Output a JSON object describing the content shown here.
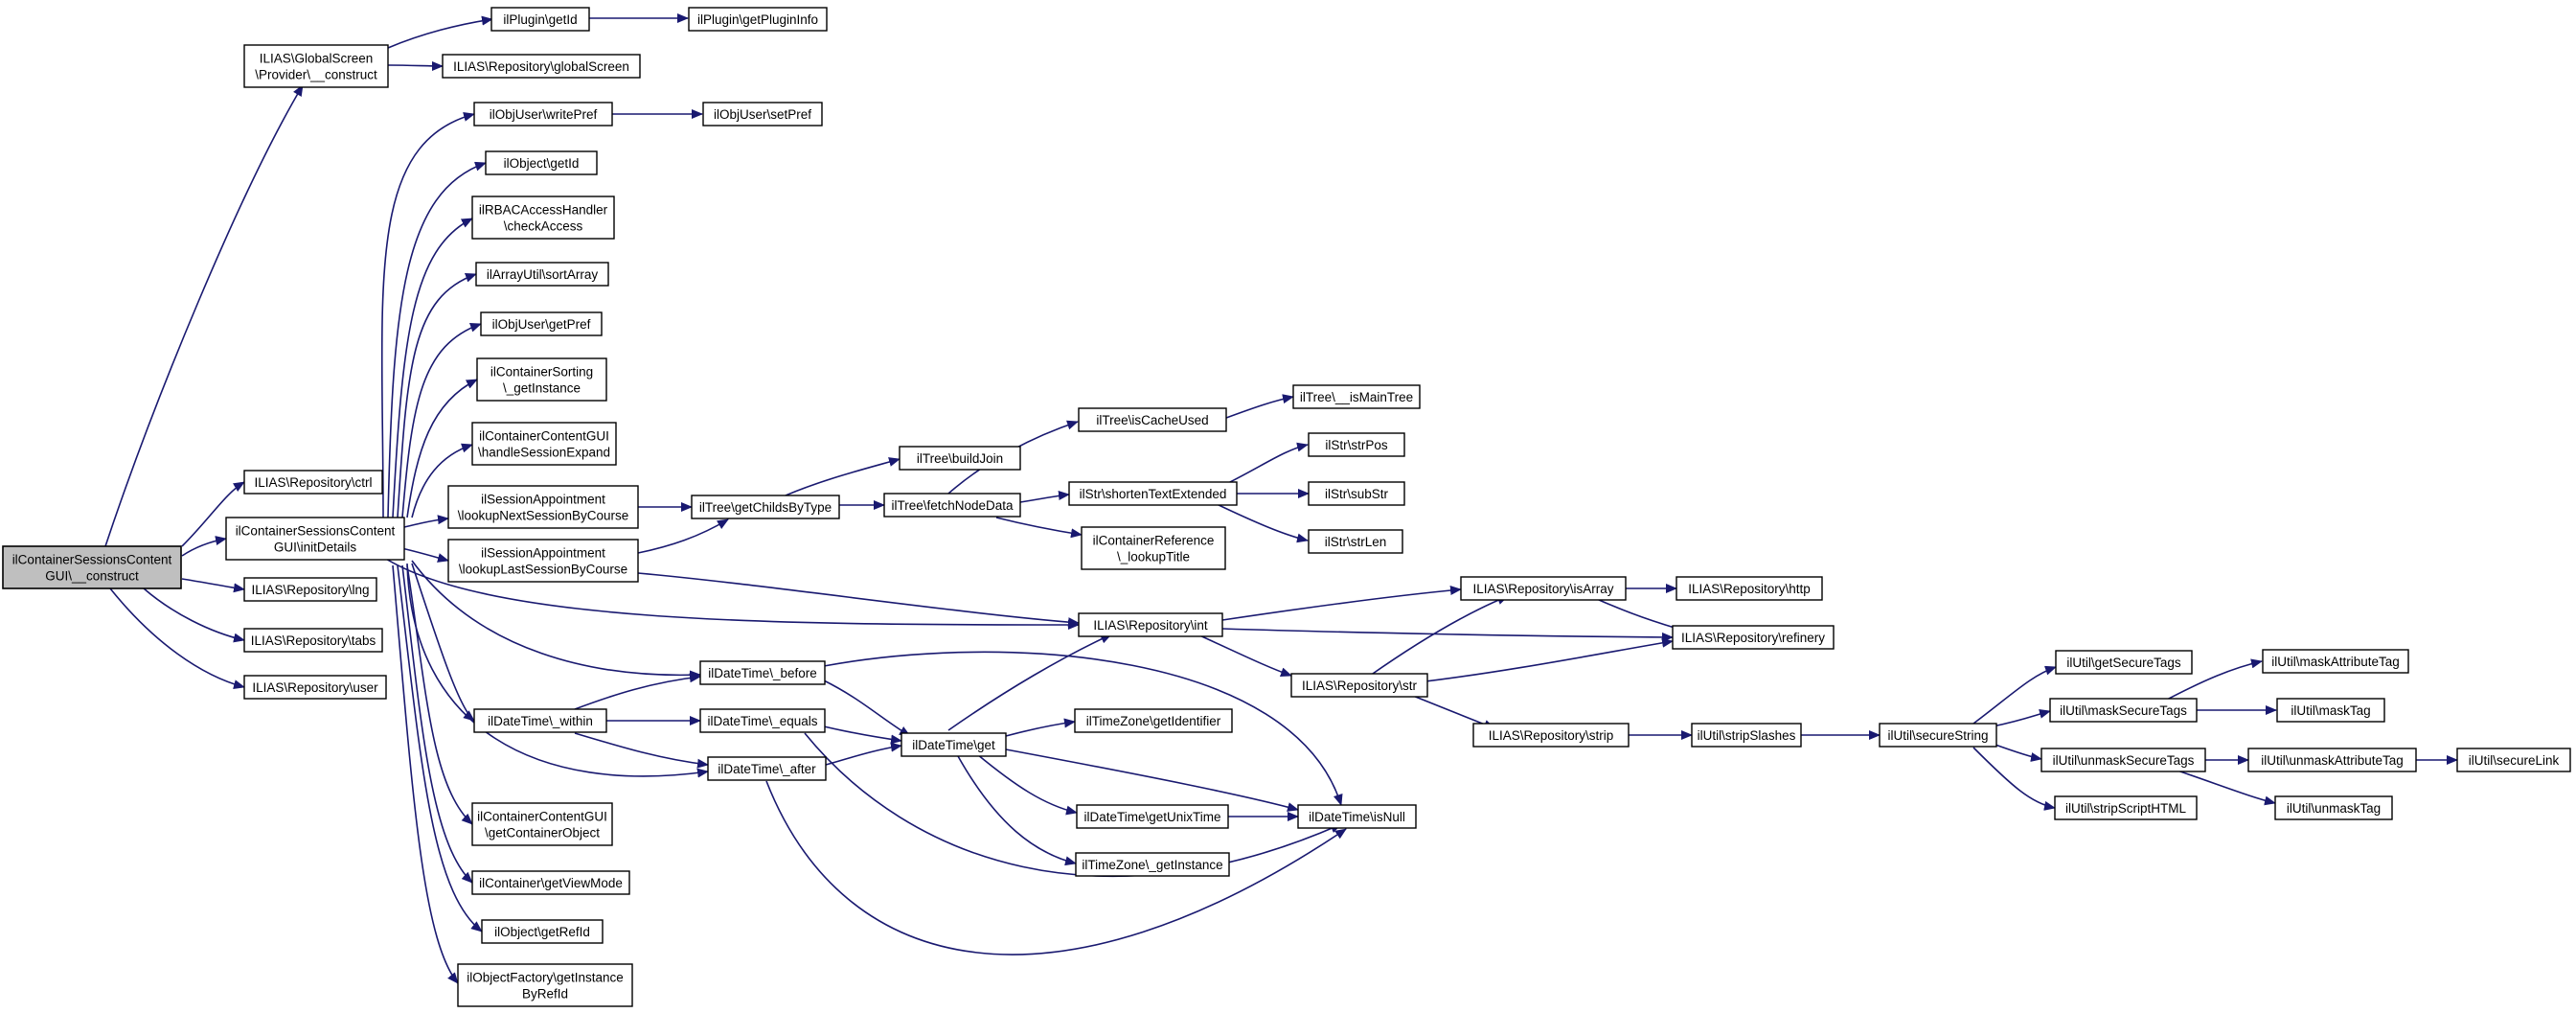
{
  "colors": {
    "edge": "#191970",
    "node_border": "#000000",
    "root_fill": "#bfbfbf",
    "node_fill": "#ffffff"
  },
  "nodes": {
    "root": [
      "ilContainerSessionsContent",
      "GUI\\__construct"
    ],
    "gsprov": [
      "ILIAS\\GlobalScreen",
      "\\Provider\\__construct"
    ],
    "plugid": [
      "ilPlugin\\getId"
    ],
    "pluginfo": [
      "ilPlugin\\getPluginInfo"
    ],
    "repglob": [
      "ILIAS\\Repository\\globalScreen"
    ],
    "writepref": [
      "ilObjUser\\writePref"
    ],
    "setpref": [
      "ilObjUser\\setPref"
    ],
    "objid": [
      "ilObject\\getId"
    ],
    "rbac": [
      "ilRBACAccessHandler",
      "\\checkAccess"
    ],
    "sortarr": [
      "ilArrayUtil\\sortArray"
    ],
    "getpref": [
      "ilObjUser\\getPref"
    ],
    "sorting": [
      "ilContainerSorting",
      "\\_getInstance"
    ],
    "handlesess": [
      "ilContainerContentGUI",
      "\\handleSessionExpand"
    ],
    "ctrl": [
      "ILIAS\\Repository\\ctrl"
    ],
    "initdet": [
      "ilContainerSessionsContent",
      "GUI\\initDetails"
    ],
    "lng": [
      "ILIAS\\Repository\\lng"
    ],
    "tabs": [
      "ILIAS\\Repository\\tabs"
    ],
    "user": [
      "ILIAS\\Repository\\user"
    ],
    "nextsess": [
      "ilSessionAppointment",
      "\\lookupNextSessionByCourse"
    ],
    "lastsess": [
      "ilSessionAppointment",
      "\\lookupLastSessionByCourse"
    ],
    "childs": [
      "ilTree\\getChildsByType"
    ],
    "buildjoin": [
      "ilTree\\buildJoin"
    ],
    "cacheused": [
      "ilTree\\isCacheUsed"
    ],
    "mainttree": [
      "ilTree\\__isMainTree"
    ],
    "fetchnode": [
      "ilTree\\fetchNodeData"
    ],
    "shorten": [
      "ilStr\\shortenTextExtended"
    ],
    "strpos": [
      "ilStr\\strPos"
    ],
    "substr": [
      "ilStr\\subStr"
    ],
    "strlen": [
      "ilStr\\strLen"
    ],
    "lookuptitle": [
      "ilContainerReference",
      "\\_lookupTitle"
    ],
    "repint": [
      "ILIAS\\Repository\\int"
    ],
    "isarray": [
      "ILIAS\\Repository\\isArray"
    ],
    "http": [
      "ILIAS\\Repository\\http"
    ],
    "refinery": [
      "ILIAS\\Repository\\refinery"
    ],
    "repstr": [
      "ILIAS\\Repository\\str"
    ],
    "strip": [
      "ILIAS\\Repository\\strip"
    ],
    "stripsl": [
      "ilUtil\\stripSlashes"
    ],
    "secstr": [
      "ilUtil\\secureString"
    ],
    "getsectags": [
      "ilUtil\\getSecureTags"
    ],
    "masksec": [
      "ilUtil\\maskSecureTags"
    ],
    "maskattr": [
      "ilUtil\\maskAttributeTag"
    ],
    "masktag": [
      "ilUtil\\maskTag"
    ],
    "unmasksec": [
      "ilUtil\\unmaskSecureTags"
    ],
    "unmaskattr": [
      "ilUtil\\unmaskAttributeTag"
    ],
    "seclink": [
      "ilUtil\\secureLink"
    ],
    "unmasktag": [
      "ilUtil\\unmaskTag"
    ],
    "stripscript": [
      "ilUtil\\stripScriptHTML"
    ],
    "within": [
      "ilDateTime\\_within"
    ],
    "before": [
      "ilDateTime\\_before"
    ],
    "equals": [
      "ilDateTime\\_equals"
    ],
    "after": [
      "ilDateTime\\_after"
    ],
    "dtget": [
      "ilDateTime\\get"
    ],
    "tzid": [
      "ilTimeZone\\getIdentifier"
    ],
    "unixtime": [
      "ilDateTime\\getUnixTime"
    ],
    "tzinst": [
      "ilTimeZone\\_getInstance"
    ],
    "isnull": [
      "ilDateTime\\isNull"
    ],
    "contobj": [
      "ilContainerContentGUI",
      "\\getContainerObject"
    ],
    "viewmode": [
      "ilContainer\\getViewMode"
    ],
    "refid": [
      "ilObject\\getRefId"
    ],
    "factory": [
      "ilObjectFactory\\getInstance",
      "ByRefId"
    ]
  }
}
